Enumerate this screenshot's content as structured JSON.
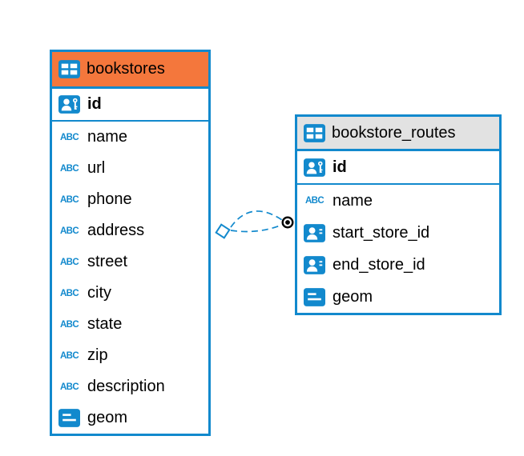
{
  "colors": {
    "accent_blue": "#1289cd",
    "bookstores_header": "#f4773c",
    "routes_header": "#e2e2e2",
    "row_text": "#000000",
    "dot_endpoint": "#000000"
  },
  "icons": {
    "text_glyph": "ABC"
  },
  "tables": [
    {
      "name": "bookstores",
      "columns": [
        {
          "label": "id",
          "type": "primary-key"
        },
        {
          "label": "name",
          "type": "text"
        },
        {
          "label": "url",
          "type": "text"
        },
        {
          "label": "phone",
          "type": "text"
        },
        {
          "label": "address",
          "type": "text"
        },
        {
          "label": "street",
          "type": "text"
        },
        {
          "label": "city",
          "type": "text"
        },
        {
          "label": "state",
          "type": "text"
        },
        {
          "label": "zip",
          "type": "text"
        },
        {
          "label": "description",
          "type": "text"
        },
        {
          "label": "geom",
          "type": "geometry"
        }
      ]
    },
    {
      "name": "bookstore_routes",
      "columns": [
        {
          "label": "id",
          "type": "primary-key"
        },
        {
          "label": "name",
          "type": "text"
        },
        {
          "label": "start_store_id",
          "type": "reference"
        },
        {
          "label": "end_store_id",
          "type": "reference"
        },
        {
          "label": "geom",
          "type": "geometry"
        }
      ]
    }
  ],
  "relationship": {
    "style": "dashed",
    "left_endpoint": "diamond",
    "right_endpoint": "dot"
  }
}
